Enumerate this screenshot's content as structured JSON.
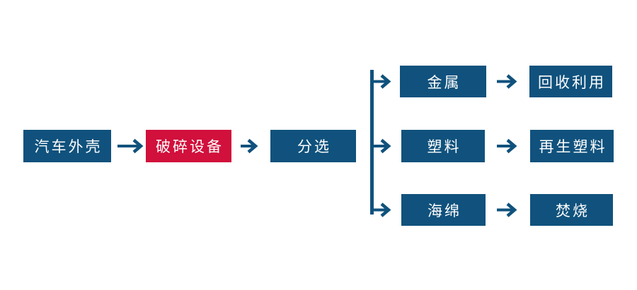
{
  "colors": {
    "node_default": "#10527D",
    "node_highlight": "#D1103C",
    "connector": "#10527D",
    "text": "#FFFFFF",
    "background": "#FFFFFF"
  },
  "diagram": {
    "type": "flowchart",
    "direction": "left-to-right",
    "nodes": {
      "car_shell": {
        "label": "汽车外壳",
        "style": "default"
      },
      "crusher": {
        "label": "破碎设备",
        "style": "highlight"
      },
      "sorting": {
        "label": "分选",
        "style": "default"
      },
      "metal": {
        "label": "金属",
        "style": "default"
      },
      "recycle": {
        "label": "回收利用",
        "style": "default"
      },
      "plastic": {
        "label": "塑料",
        "style": "default"
      },
      "recycled_plastic": {
        "label": "再生塑料",
        "style": "default"
      },
      "sponge": {
        "label": "海绵",
        "style": "default"
      },
      "incineration": {
        "label": "焚烧",
        "style": "default"
      }
    },
    "edges": [
      {
        "from": "汽车外壳",
        "to": "破碎设备"
      },
      {
        "from": "破碎设备",
        "to": "分选"
      },
      {
        "from": "分选",
        "to": "金属"
      },
      {
        "from": "分选",
        "to": "塑料"
      },
      {
        "from": "分选",
        "to": "海绵"
      },
      {
        "from": "金属",
        "to": "回收利用"
      },
      {
        "from": "塑料",
        "to": "再生塑料"
      },
      {
        "from": "海绵",
        "to": "焚烧"
      }
    ]
  }
}
